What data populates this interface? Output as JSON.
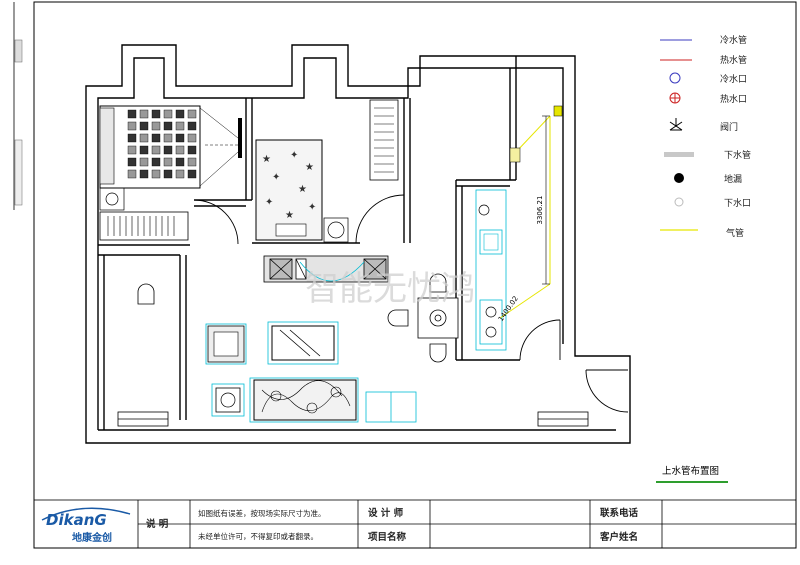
{
  "watermark": "智能无忧鸿",
  "dimensions": {
    "vertical": "3306.21",
    "diagonal": "1400.02"
  },
  "legend": [
    {
      "label": "冷水管",
      "icon": "line-blue",
      "color": "#3b3bbf"
    },
    {
      "label": "热水管",
      "icon": "line-red",
      "color": "#cc2222"
    },
    {
      "label": "冷水口",
      "icon": "circle-blue",
      "color": "#3b3bbf"
    },
    {
      "label": "热水口",
      "icon": "circle-cross-red",
      "color": "#cc2222"
    },
    {
      "label": "阀门",
      "icon": "valve",
      "color": "#000000"
    },
    {
      "label": "下水管",
      "icon": "line-gray",
      "color": "#c8c8c8"
    },
    {
      "label": "地漏",
      "icon": "dot-black",
      "color": "#000000"
    },
    {
      "label": "下水口",
      "icon": "circle-gray",
      "color": "#bbbbbb"
    },
    {
      "label": "气管",
      "icon": "line-yellow",
      "color": "#e6e600"
    }
  ],
  "drawing_title": "上水管布置图",
  "title_block": {
    "logo_en": "DikanG",
    "logo_cn": "地康金创",
    "notes_label": "说 明",
    "note_1": "如图纸有误差，按现场实际尺寸为准。",
    "note_2": "未经单位许可，不得复印或者翻录。",
    "designer_label": "设 计 师",
    "project_label": "项目名称",
    "phone_label": "联系电话",
    "client_label": "客户姓名"
  },
  "colors": {
    "cyan": "#00bcd4",
    "yellow_pipe": "#e6e600",
    "frame_green": "#2e9e2e"
  }
}
